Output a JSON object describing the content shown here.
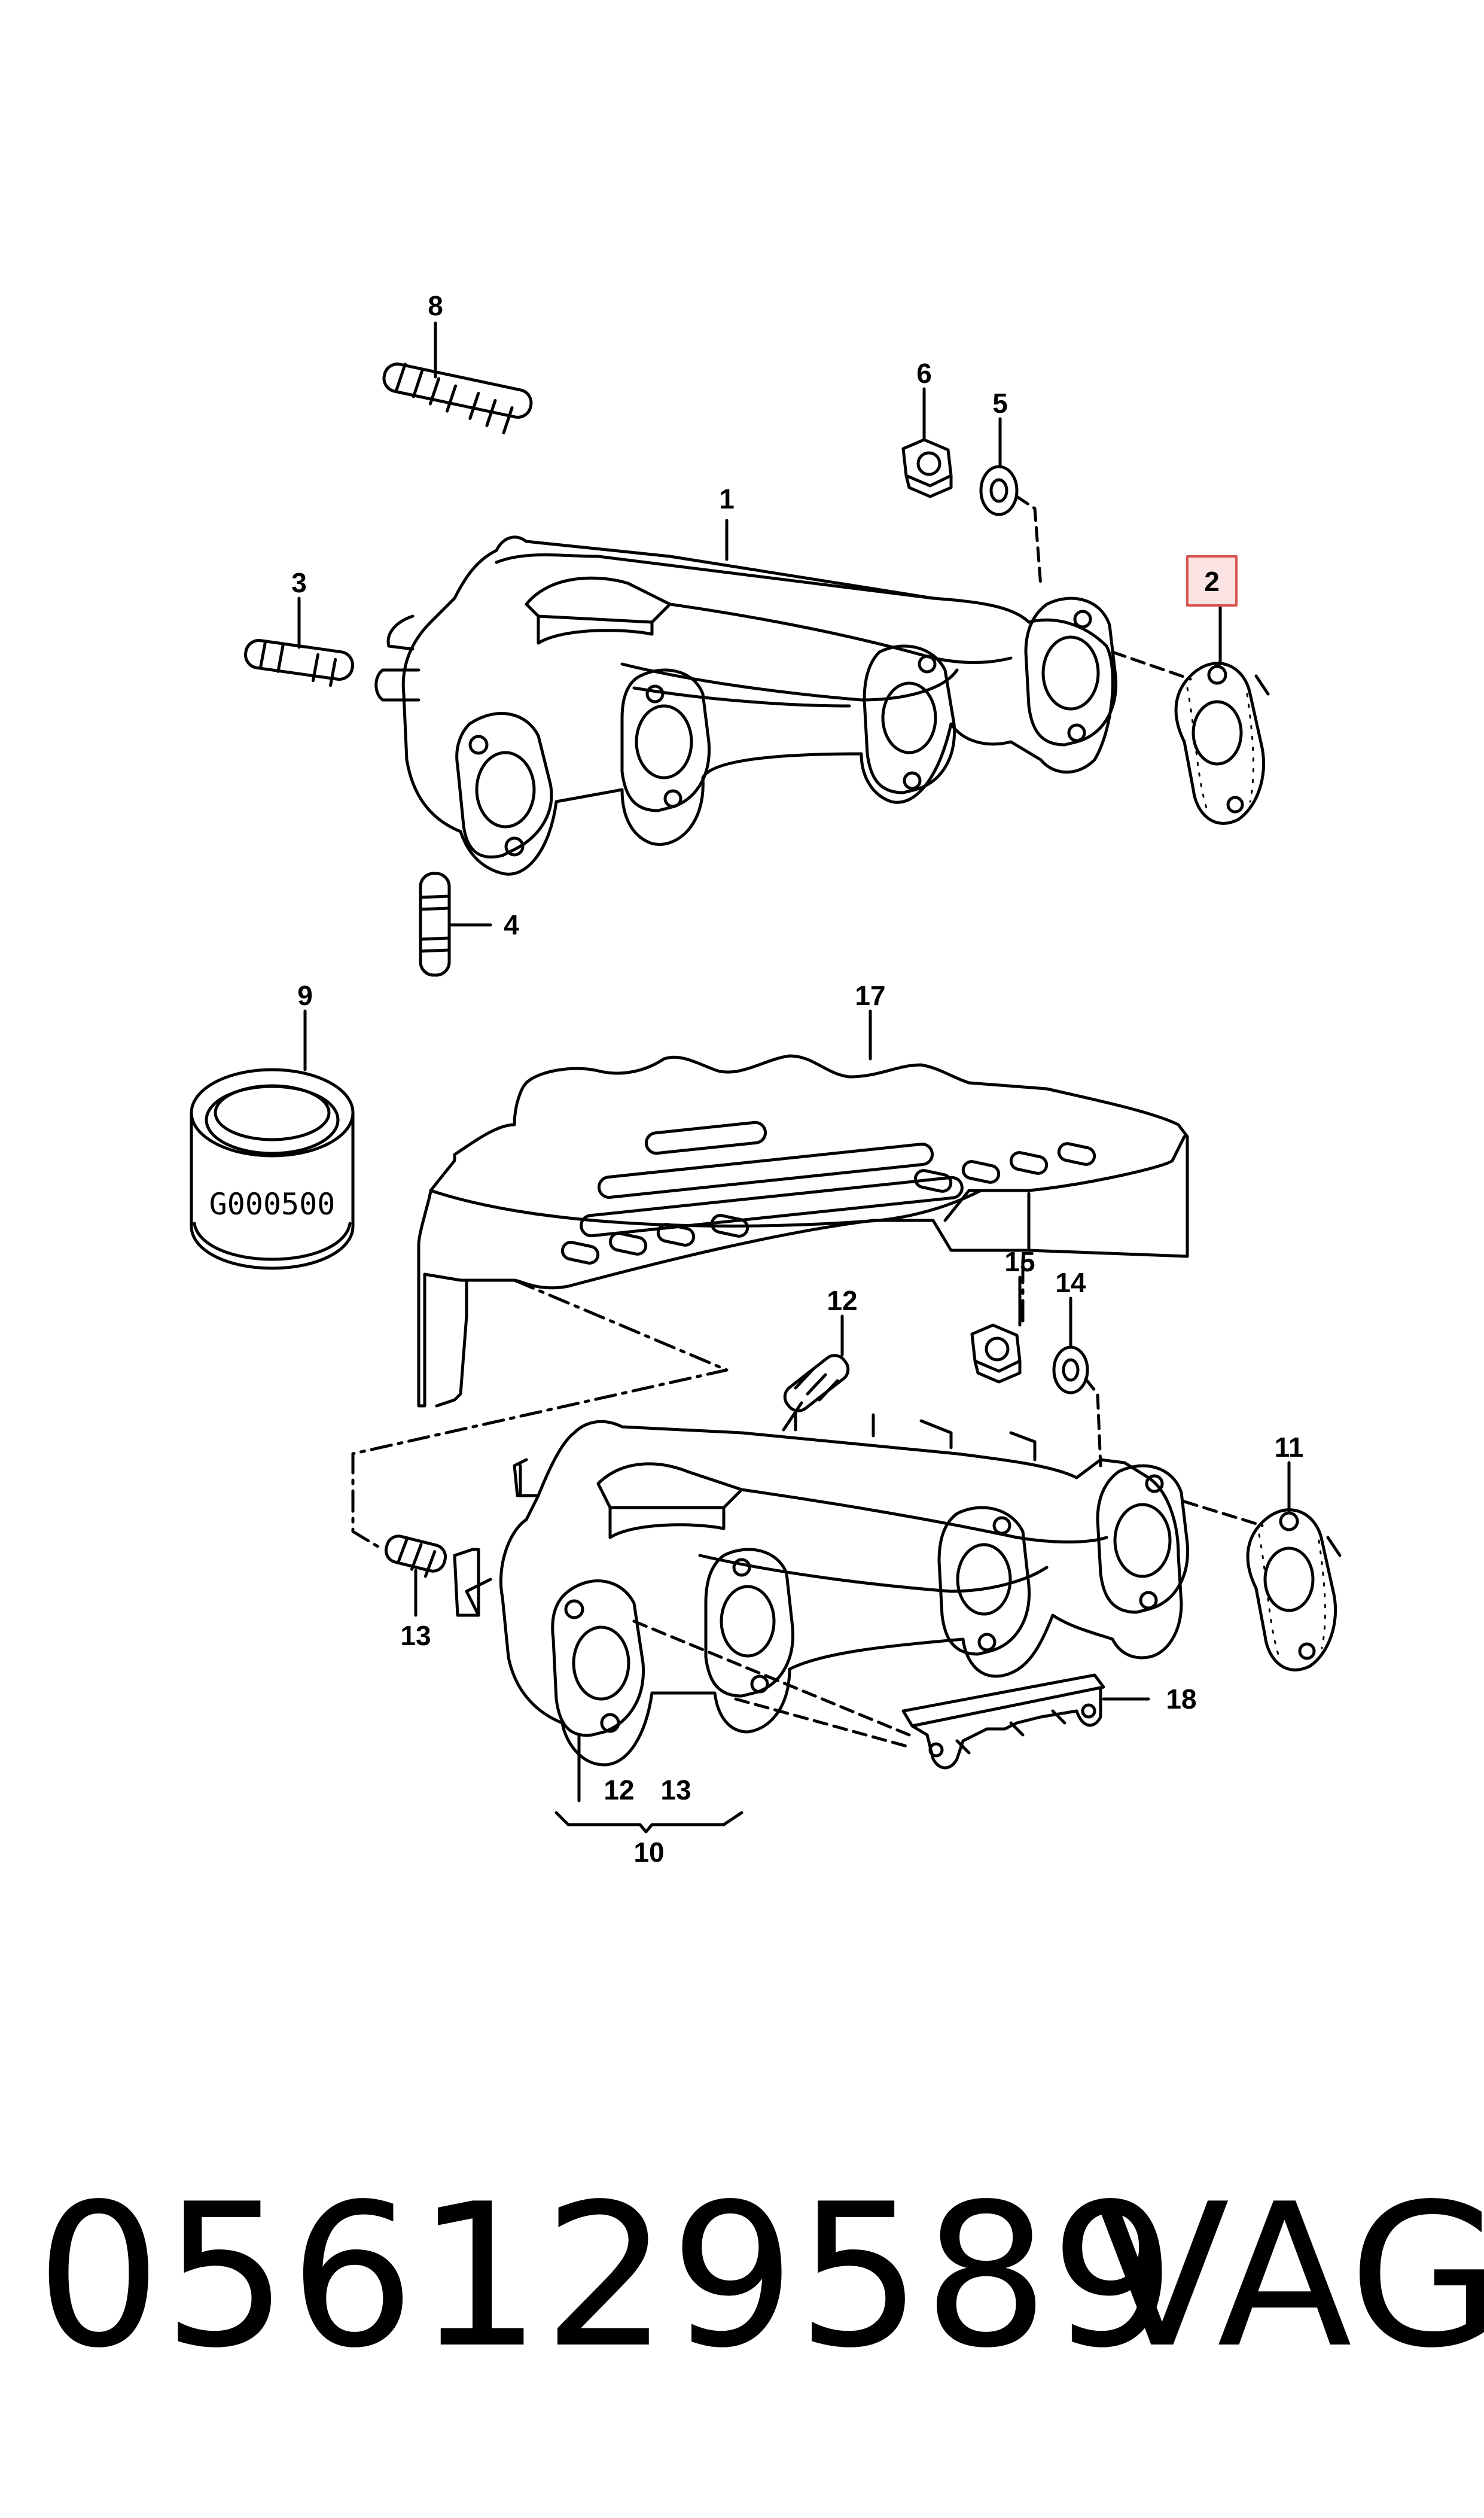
{
  "callouts": {
    "c1": "1",
    "c2": "2",
    "c3": "3",
    "c4": "4",
    "c5": "5",
    "c6": "6",
    "c8": "8",
    "c9": "9",
    "c10": "10",
    "c11": "11",
    "c12a": "12",
    "c12b": "12",
    "c13a": "13",
    "c13b": "13",
    "c14": "14",
    "c15": "15",
    "c17": "17",
    "c18": "18"
  },
  "sealant_label": "G000500",
  "product_code": "056129589",
  "brand": "VAG",
  "highlight_color": "#d9534f",
  "highlight_fill": "#fbe3e3"
}
